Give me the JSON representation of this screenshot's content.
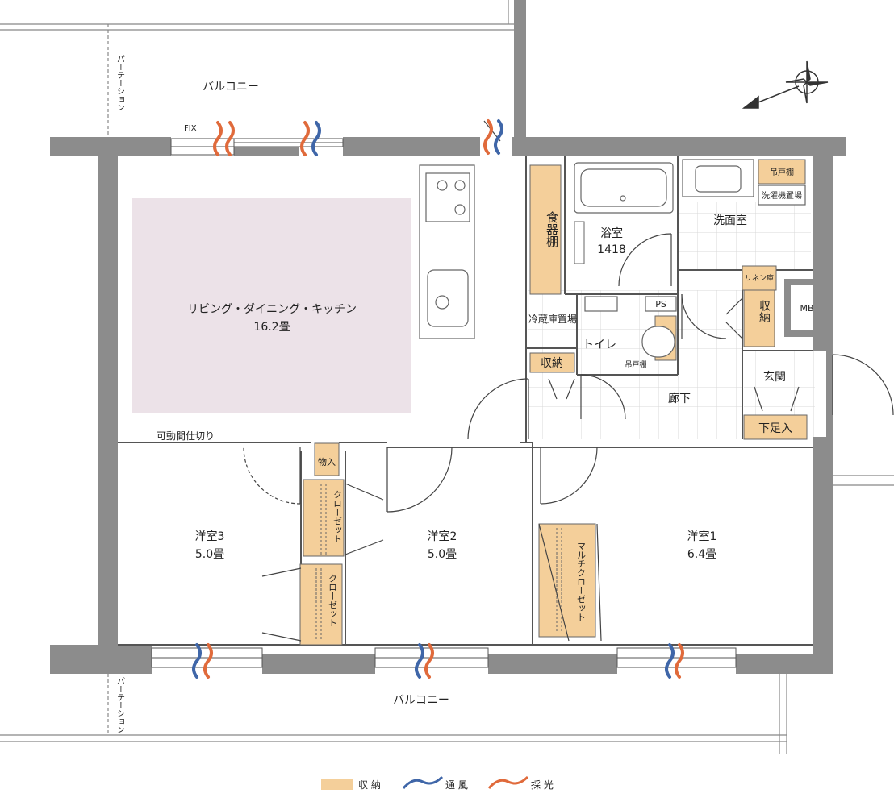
{
  "labels": {
    "balcony": "バルコニー",
    "partition": "パーテーション",
    "fix": "FIX",
    "ldk_name": "リビング・ダイニング・キッチン",
    "ldk_size": "16.2畳",
    "dish_shelf": "食器棚",
    "bath_name": "浴室",
    "bath_size": "1418",
    "washroom": "洗面室",
    "hanging_shelf": "吊戸棚",
    "washer_space": "洗濯機置場",
    "linen": "リネン庫",
    "storage": "収納",
    "mb": "MB",
    "fridge": "冷蔵庫置場",
    "ps": "PS",
    "toilet": "トイレ",
    "toilet_shelf": "吊戸棚",
    "entrance": "玄関",
    "shoe_box": "下足入",
    "corridor": "廊下",
    "movable_partition": "可動間仕切り",
    "storeroom": "物入",
    "closet": "クローゼット",
    "multi_closet": "マルチクローゼット",
    "room3_name": "洋室3",
    "room3_size": "5.0畳",
    "room2_name": "洋室2",
    "room2_size": "5.0畳",
    "room1_name": "洋室1",
    "room1_size": "6.4畳"
  },
  "legend": {
    "storage": "収 納",
    "ventilation": "通 風",
    "daylight": "採 光"
  },
  "colors": {
    "wall": "#8c8c8c",
    "storage": "#f4cf9a",
    "ldk_area": "#ece2e8",
    "ventilation": "#3f66a8",
    "daylight": "#e06a3b",
    "tile_grid": "#d9d9d9"
  }
}
